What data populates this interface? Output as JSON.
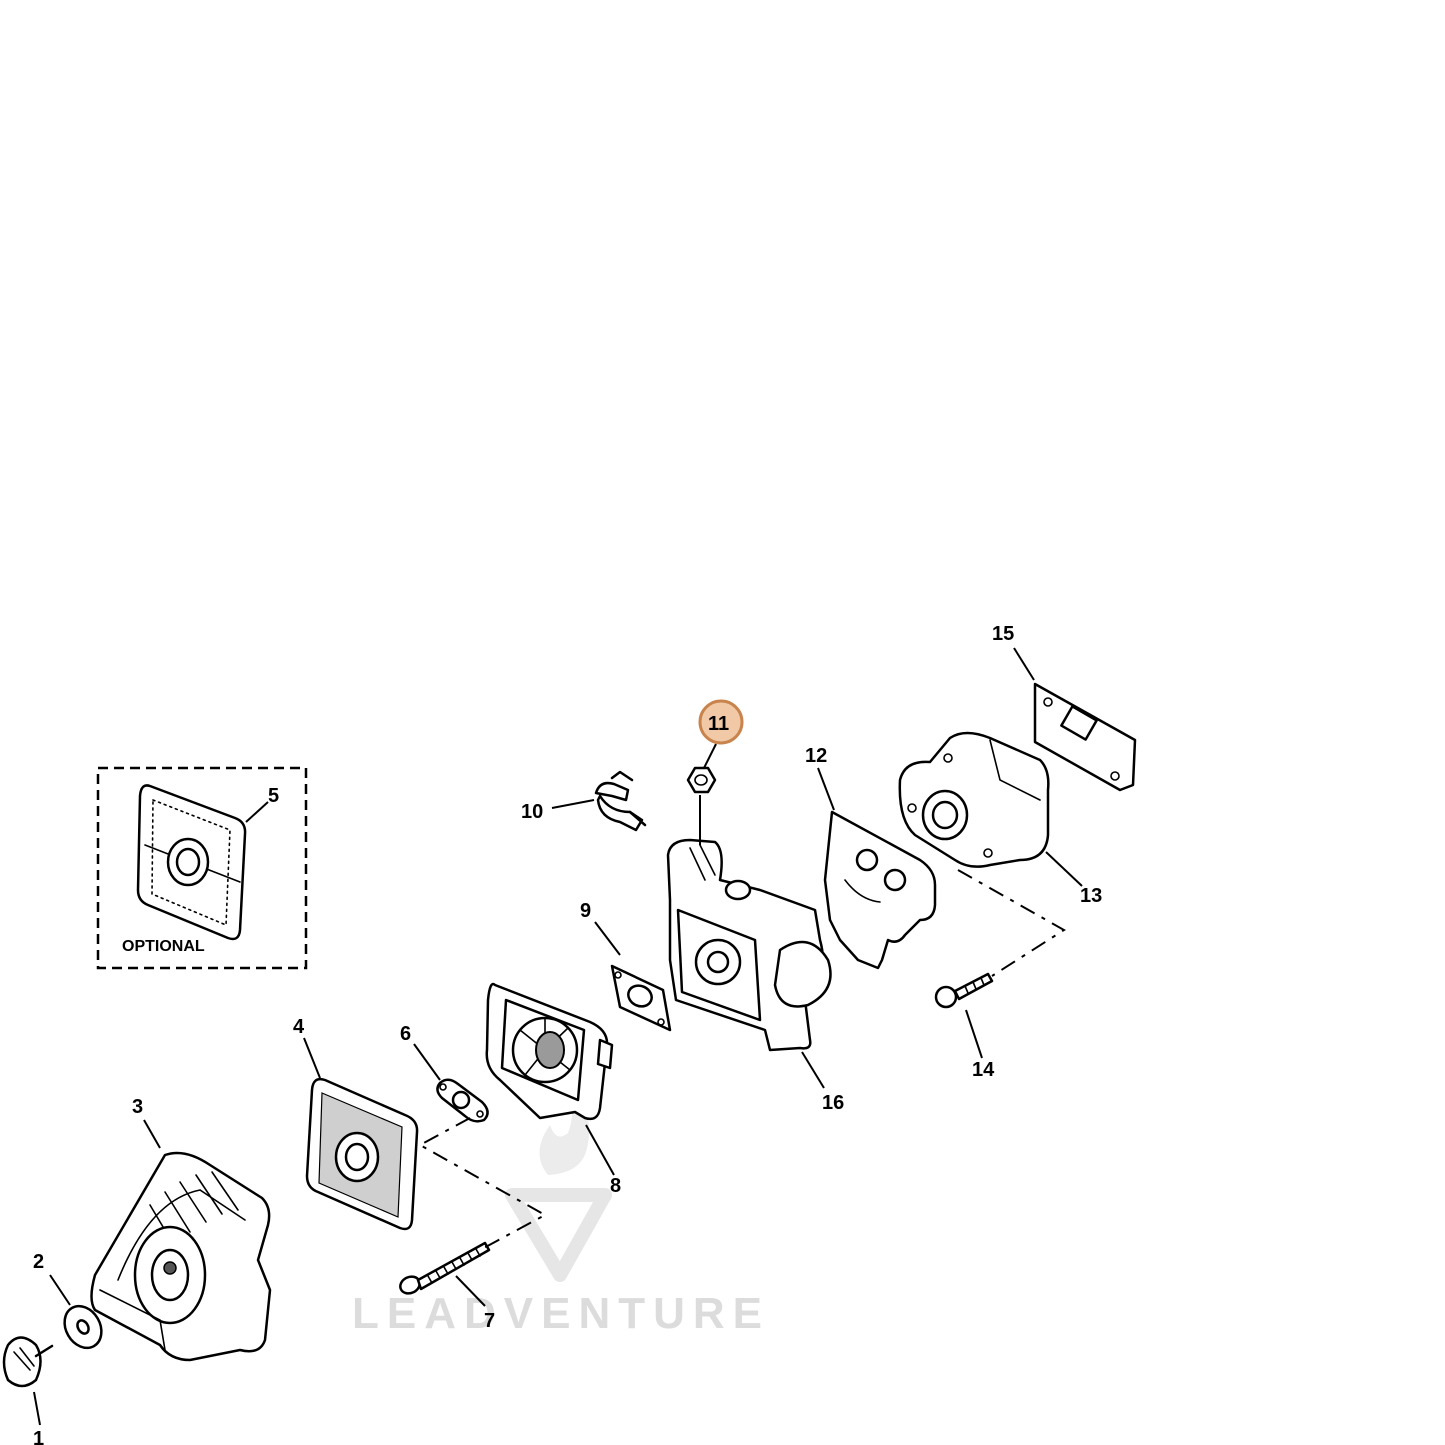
{
  "diagram": {
    "callouts": [
      "1",
      "2",
      "3",
      "4",
      "5",
      "6",
      "7",
      "8",
      "9",
      "10",
      "11",
      "12",
      "13",
      "14",
      "15",
      "16"
    ],
    "highlighted_callout": "11",
    "optional_label": "OPTIONAL",
    "watermark": "LEADVENTURE",
    "colors": {
      "highlight_fill": "#f2c9a6",
      "highlight_stroke": "#c8844c",
      "line": "#000000",
      "watermark": "#dcdcdc"
    }
  }
}
